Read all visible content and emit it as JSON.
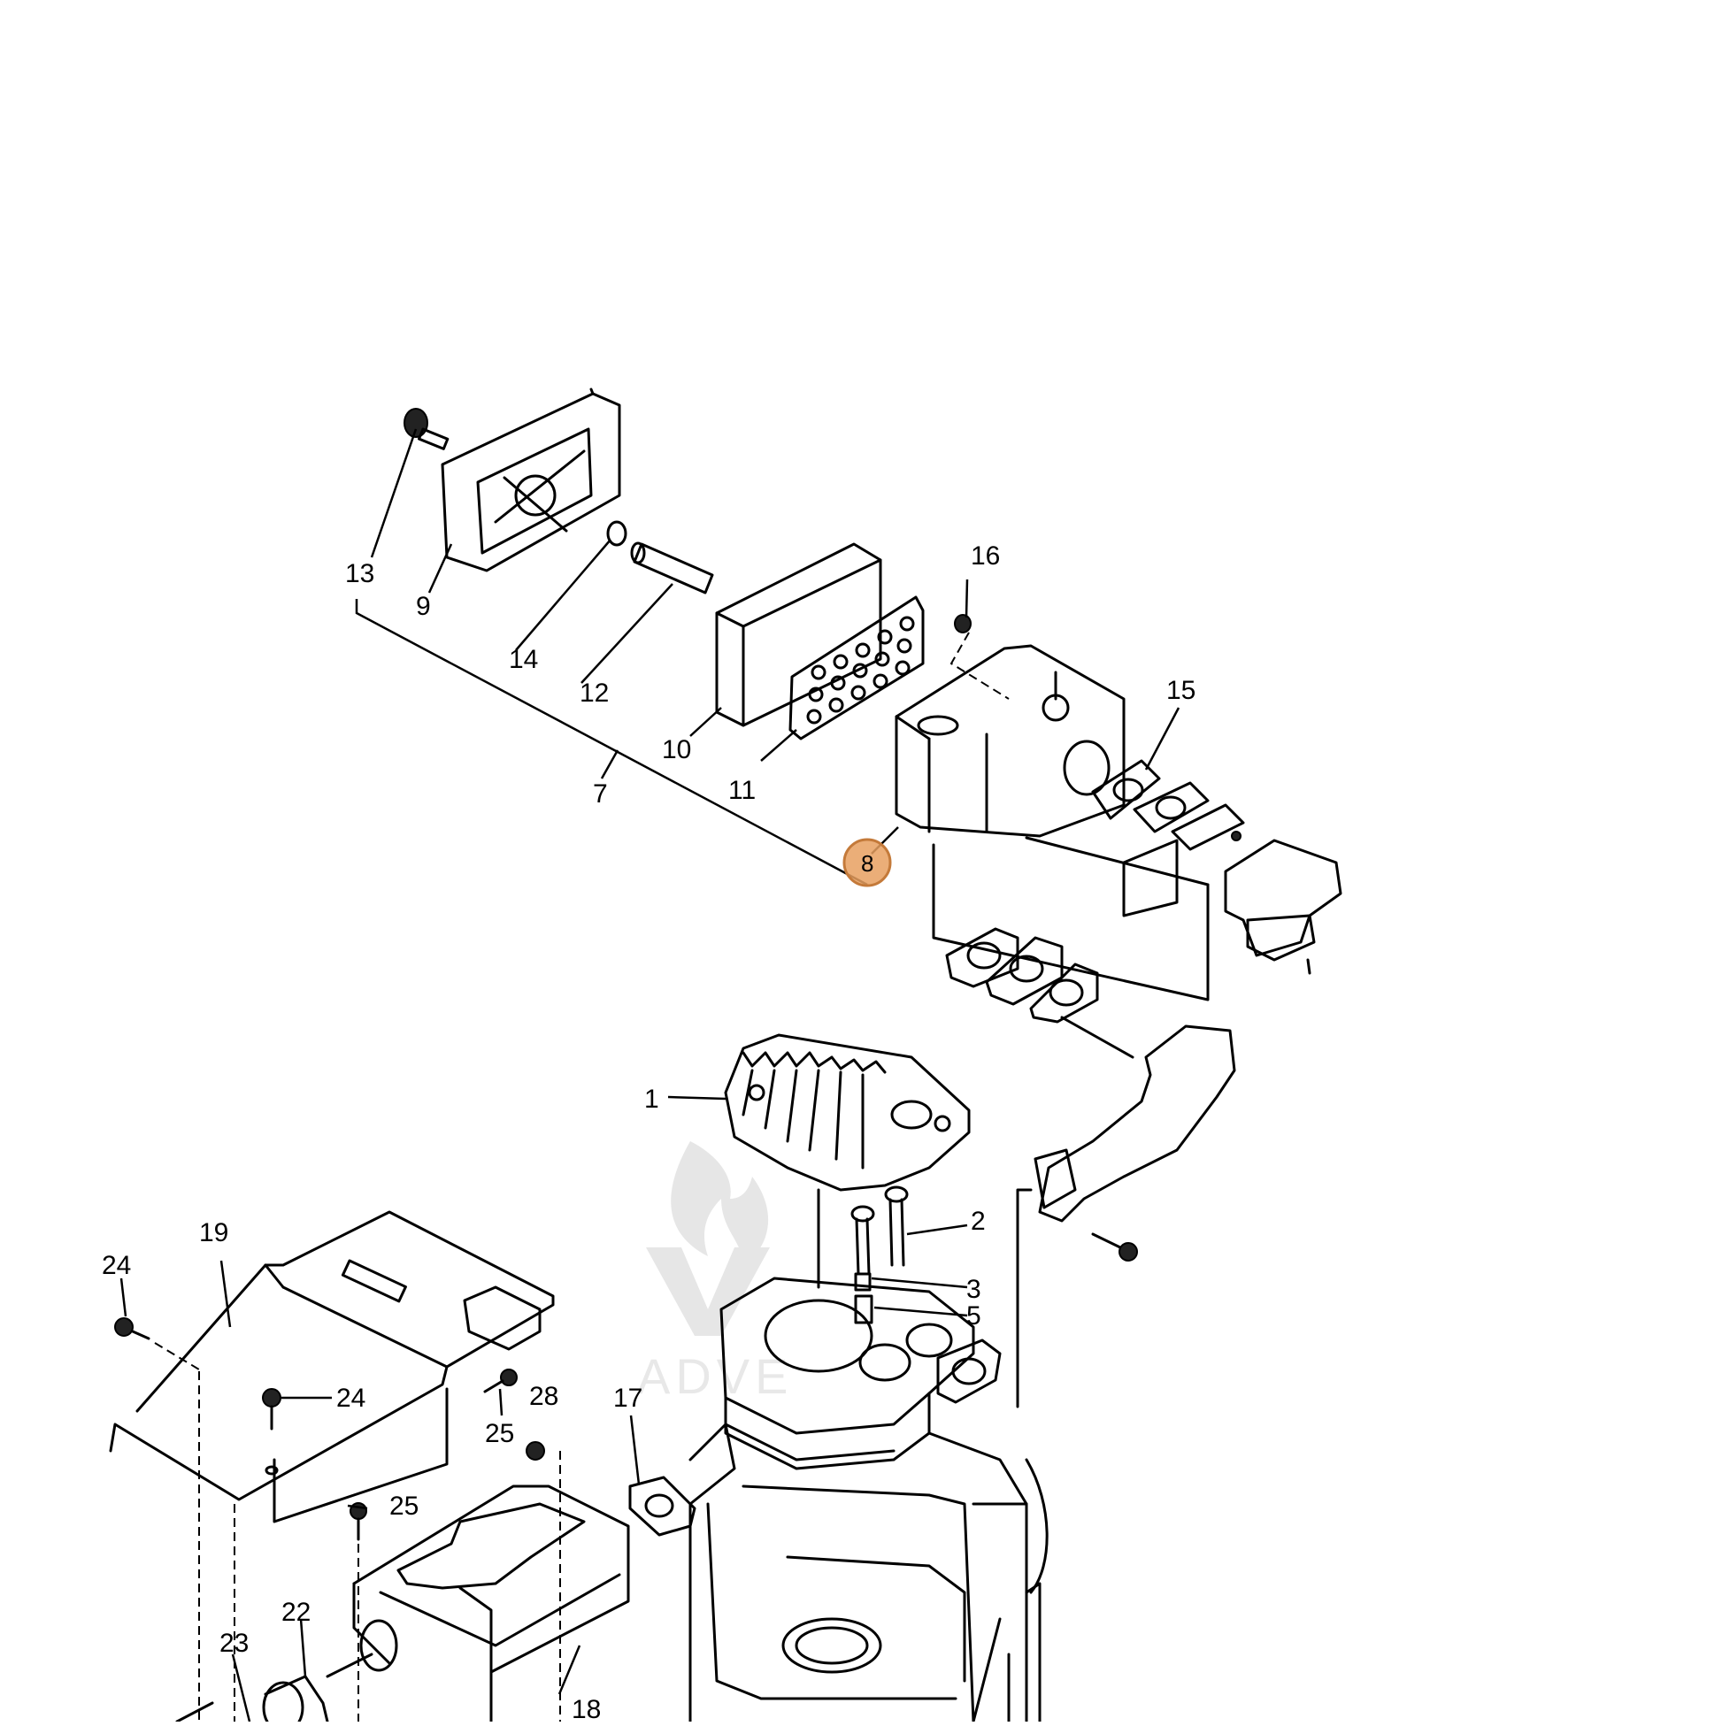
{
  "diagram": {
    "callouts": {
      "p1": "1",
      "p2": "2",
      "p3": "3",
      "p5": "5",
      "p7": "7",
      "p8": "8",
      "p9": "9",
      "p10": "10",
      "p11": "11",
      "p12": "12",
      "p13": "13",
      "p14": "14",
      "p15": "15",
      "p16": "16",
      "p17": "17",
      "p18": "18",
      "p19": "19",
      "p22": "22",
      "p23": "23",
      "p24a": "24",
      "p24b": "24",
      "p25a": "25",
      "p25b": "25",
      "p28": "28"
    },
    "highlighted_callout": "8",
    "highlight_color": "#e8a060",
    "watermark": "ADVE"
  }
}
